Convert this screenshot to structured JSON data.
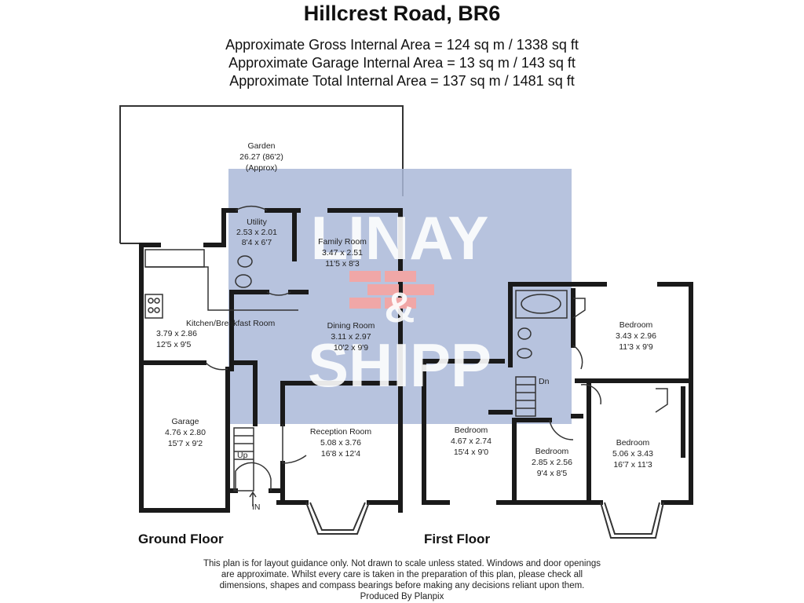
{
  "title": "Hillcrest Road, BR6",
  "areas": [
    "Approximate Gross Internal Area = 124 sq m / 1338 sq ft",
    "Approximate Garage Internal Area = 13 sq m / 143 sq ft",
    "Approximate Total Internal Area = 137 sq m / 1481 sq ft"
  ],
  "watermark": {
    "line1": "LINAY",
    "amp": "&",
    "line2": "SHIPP",
    "colors": {
      "box": "#aab8d8",
      "bricks": "#f0a7a7",
      "text": "#ffffff"
    }
  },
  "rooms": {
    "garden": {
      "name": "Garden",
      "metric": "26.27 (86'2)",
      "imperial": "(Approx)"
    },
    "utility": {
      "name": "Utility",
      "metric": "2.53 x 2.01",
      "imperial": "8'4 x 6'7"
    },
    "family": {
      "name": "Family Room",
      "metric": "3.47 x 2.51",
      "imperial": "11'5 x 8'3"
    },
    "kitchen": {
      "name": "Kitchen/Breakfast Room",
      "metric": "3.79 x 2.86",
      "imperial": "12'5 x 9'5"
    },
    "dining": {
      "name": "Dining Room",
      "metric": "3.11 x 2.97",
      "imperial": "10'2 x 9'9"
    },
    "garage": {
      "name": "Garage",
      "metric": "4.76 x 2.80",
      "imperial": "15'7 x 9'2"
    },
    "reception": {
      "name": "Reception Room",
      "metric": "5.08 x 3.76",
      "imperial": "16'8 x 12'4"
    },
    "bed_tr": {
      "name": "Bedroom",
      "metric": "3.43 x 2.96",
      "imperial": "11'3 x 9'9"
    },
    "bed_l": {
      "name": "Bedroom",
      "metric": "4.67 x 2.74",
      "imperial": "15'4 x 9'0"
    },
    "bed_m": {
      "name": "Bedroom",
      "metric": "2.85 x 2.56",
      "imperial": "9'4 x 8'5"
    },
    "bed_r": {
      "name": "Bedroom",
      "metric": "5.06 x 3.43",
      "imperial": "16'7 x 11'3"
    }
  },
  "labels": {
    "up": "Up",
    "in": "IN",
    "dn": "Dn"
  },
  "floors": {
    "ground": "Ground Floor",
    "first": "First Floor"
  },
  "footer": [
    "This plan is for layout guidance only. Not drawn to scale unless stated. Windows and door openings",
    "are approximate. Whilst every care is taken in the preparation of this plan, please check all",
    "dimensions, shapes and compass bearings before making any decisions reliant upon them.",
    "Produced By Planpix"
  ]
}
